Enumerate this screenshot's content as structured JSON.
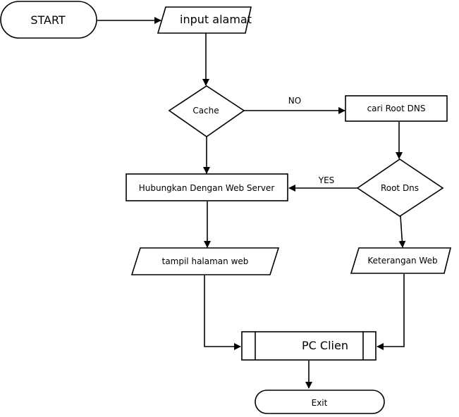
{
  "nodes": {
    "start": "START",
    "input_alamat": "input alamat",
    "cache": "Cache",
    "cari_root_dns": "cari Root DNS",
    "hubungkan": "Hubungkan Dengan Web Server",
    "root_dns": "Root Dns",
    "tampil_halaman": "tampil halaman web",
    "keterangan_web": "Keterangan Web",
    "pc_clien": "PC Clien",
    "exit": "Exit"
  },
  "edges": {
    "no_label": "NO",
    "yes_label": "YES"
  },
  "colors": {
    "stroke": "#000000",
    "fill": "#ffffff"
  }
}
